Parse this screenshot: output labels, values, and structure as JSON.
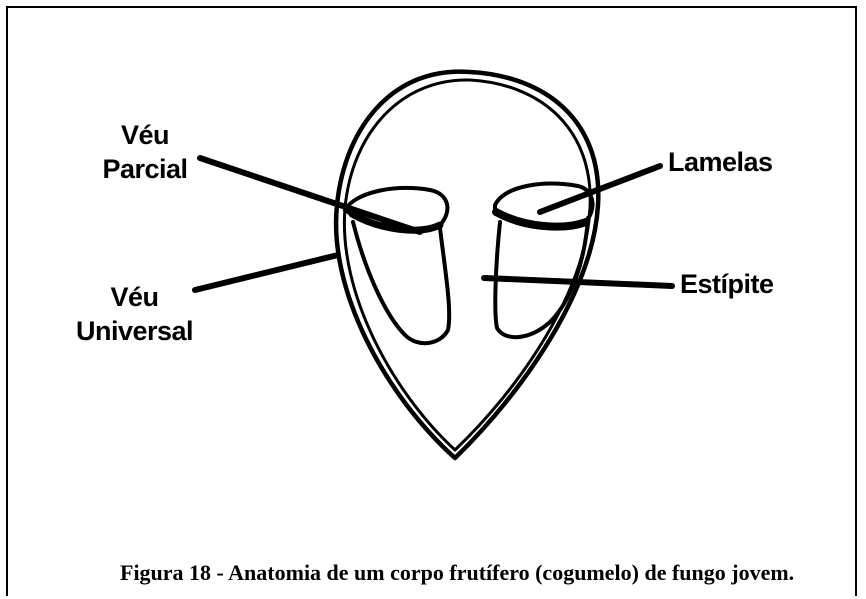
{
  "labels": {
    "veu_parcial_line1": "Véu",
    "veu_parcial_line2": "Parcial",
    "veu_universal_line1": "Véu",
    "veu_universal_line2": "Universal",
    "lamelas": "Lamelas",
    "estipite": "Estípite"
  },
  "caption": "Figura 18 - Anatomia de um corpo frutífero (cogumelo) de fungo jovem."
}
